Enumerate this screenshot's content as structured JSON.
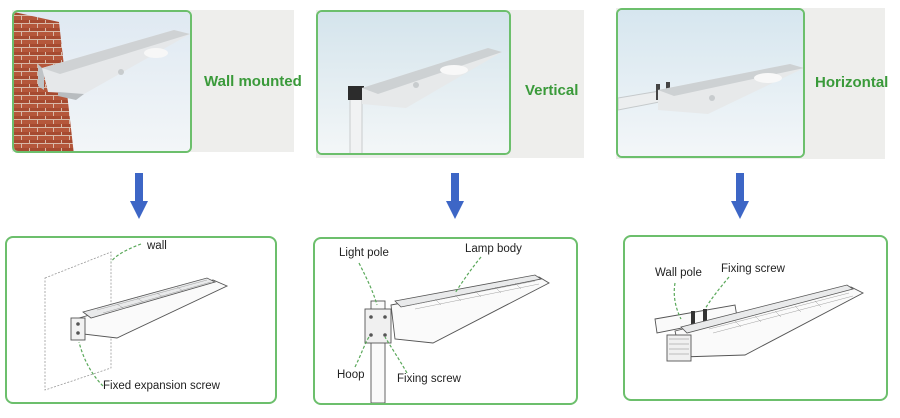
{
  "modes": [
    {
      "id": "wall",
      "label": "Wall mounted",
      "callouts": {
        "top": "wall",
        "bottom": "Fixed expansion screw"
      }
    },
    {
      "id": "vertical",
      "label": "Vertical",
      "callouts": {
        "pole": "Light pole",
        "body": "Lamp body",
        "hoop": "Hoop",
        "screw": "Fixing screw"
      }
    },
    {
      "id": "horizontal",
      "label": "Horizontal",
      "callouts": {
        "pole": "Wall pole",
        "screw": "Fixing screw"
      }
    }
  ],
  "colors": {
    "frame": "#6cbf6c",
    "label": "#3a9a3a",
    "arrow": "#3d66c6",
    "callout": "#5aa85a"
  }
}
